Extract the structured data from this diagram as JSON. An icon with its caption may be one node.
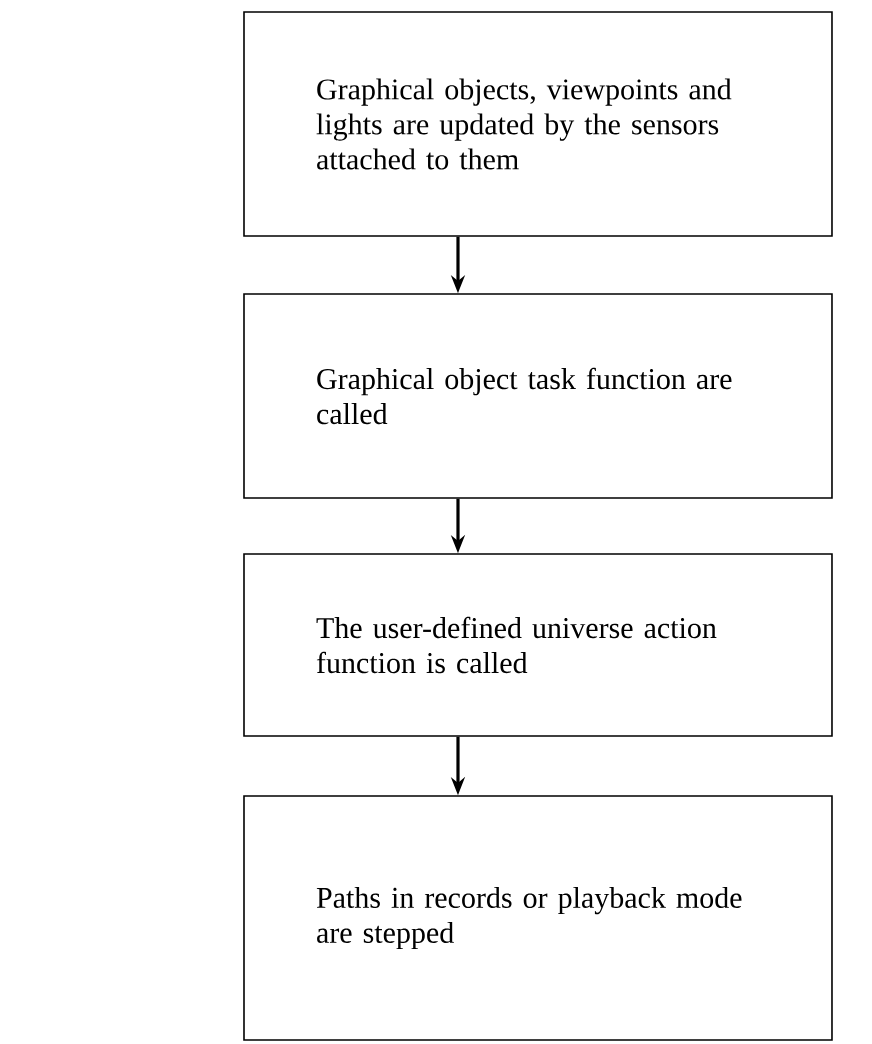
{
  "diagram": {
    "nodes": [
      {
        "text": [
          "Graphical objects, viewpoints and lights are updated by the sensors attached to them"
        ]
      },
      {
        "text": [
          "Graphical object task function are called"
        ]
      },
      {
        "text": [
          "The user-defined universe action function is called"
        ]
      },
      {
        "text": [
          "Paths in records or playback mode are stepped"
        ]
      }
    ],
    "edges": [
      {
        "from": 0,
        "to": 1,
        "arrow": "to"
      },
      {
        "from": 1,
        "to": 2,
        "arrow": "to"
      },
      {
        "from": 2,
        "to": 3,
        "arrow": "to"
      }
    ]
  }
}
